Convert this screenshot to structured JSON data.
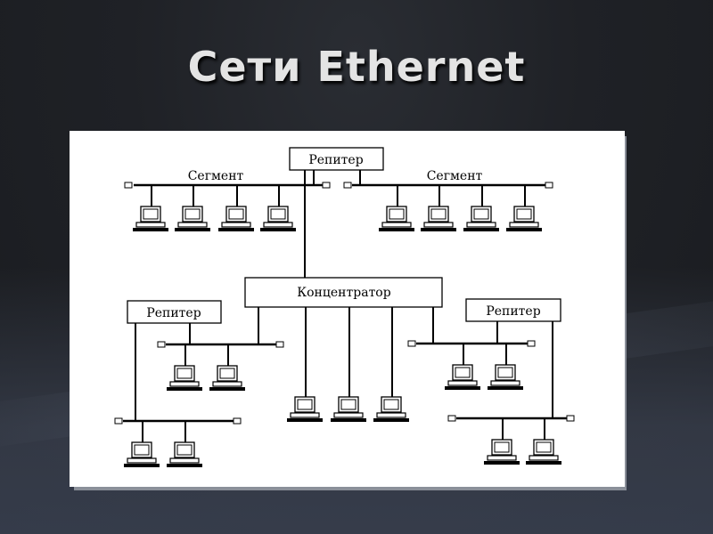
{
  "title": "Сети Ethernet",
  "diagram": {
    "repeater_label": "Репитер",
    "segment_label": "Сегмент",
    "hub_label": "Концентратор"
  }
}
